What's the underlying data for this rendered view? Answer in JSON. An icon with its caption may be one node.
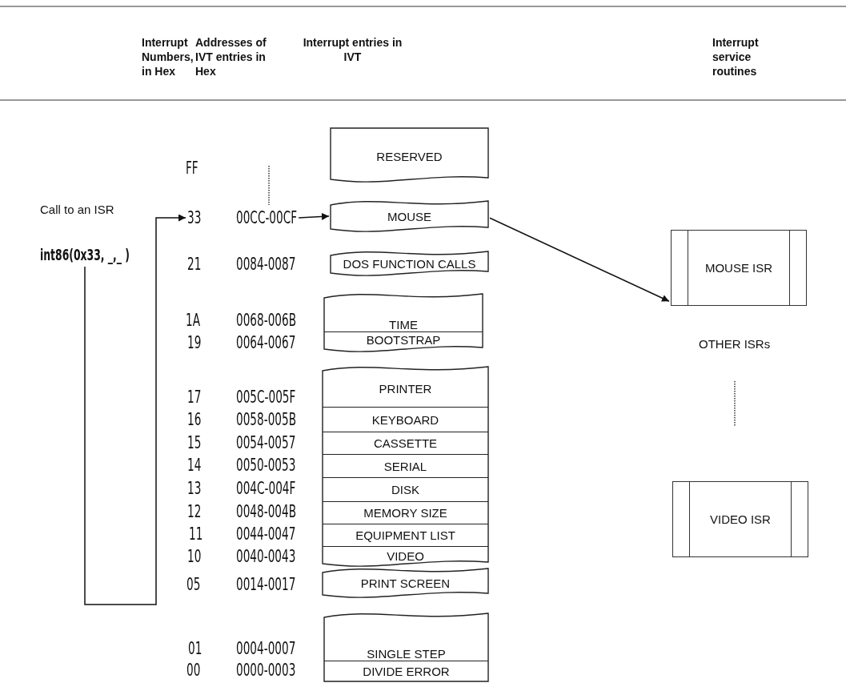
{
  "diagram": {
    "nodes": [
      {
        "text": [
          "int86(0x33, _,_ )"
        ]
      },
      {
        "text": [
          "33"
        ]
      },
      {
        "text": [
          "00CC-00CF"
        ]
      },
      {
        "text": [
          "RESERVED"
        ]
      },
      {
        "text": [
          "MOUSE"
        ]
      },
      {
        "text": [
          "DOS FUNCTION CALLS"
        ]
      },
      {
        "text": [],
        "shape": "box"
      },
      {
        "text": [
          "TIME"
        ],
        "in": 6
      },
      {
        "text": [
          "BOOTSTRAP"
        ],
        "in": 6
      },
      {
        "text": [],
        "shape": "box"
      },
      {
        "text": [
          "PRINTER"
        ],
        "in": 9
      },
      {
        "text": [
          "KEYBOARD"
        ],
        "in": 9
      },
      {
        "text": [
          "CASSETTE"
        ],
        "in": 9
      },
      {
        "text": [
          "SERIAL"
        ],
        "in": 9
      },
      {
        "text": [
          "DISK"
        ],
        "in": 9
      },
      {
        "text": [
          "MEMORY SIZE"
        ],
        "in": 9
      },
      {
        "text": [
          "EQUIPMENT LIST"
        ],
        "in": 9
      },
      {
        "text": [
          "VIDEO"
        ],
        "in": 9
      },
      {
        "text": [
          "PRINT SCREEN"
        ]
      },
      {
        "text": [],
        "shape": "box"
      },
      {
        "text": [
          "SINGLE STEP"
        ],
        "in": 19
      },
      {
        "text": [
          "DIVIDE ERROR"
        ],
        "in": 19
      },
      {
        "text": [
          "MOUSE ISR"
        ]
      },
      {
        "text": [
          "VIDEO ISR"
        ]
      }
    ],
    "edges": [
      {
        "from": 0,
        "to": 1,
        "arrow": "to"
      },
      {
        "from": 2,
        "to": 4,
        "arrow": "to"
      },
      {
        "from": 4,
        "to": 22,
        "arrow": "to"
      }
    ],
    "labels": [
      "Interrupt Numbers, in Hex",
      "Addresses of IVT entries in Hex",
      "Interrupt entries in IVT",
      "Interrupt service routines",
      "FF",
      "Call to an ISR",
      "21",
      "0084-0087",
      "1A",
      "0068-006B",
      "19",
      "0064-0067",
      "OTHER ISRs",
      "17",
      "005C-005F",
      "16",
      "0058-005B",
      "15",
      "0054-0057",
      "14",
      "0050-0053",
      "13",
      "004C-004F",
      "12",
      "0048-004B",
      "11",
      "0044-0047",
      "10",
      "0040-0043",
      "05",
      "0014-0017",
      "01",
      "0004-0007",
      "00",
      "0000-0003"
    ]
  }
}
